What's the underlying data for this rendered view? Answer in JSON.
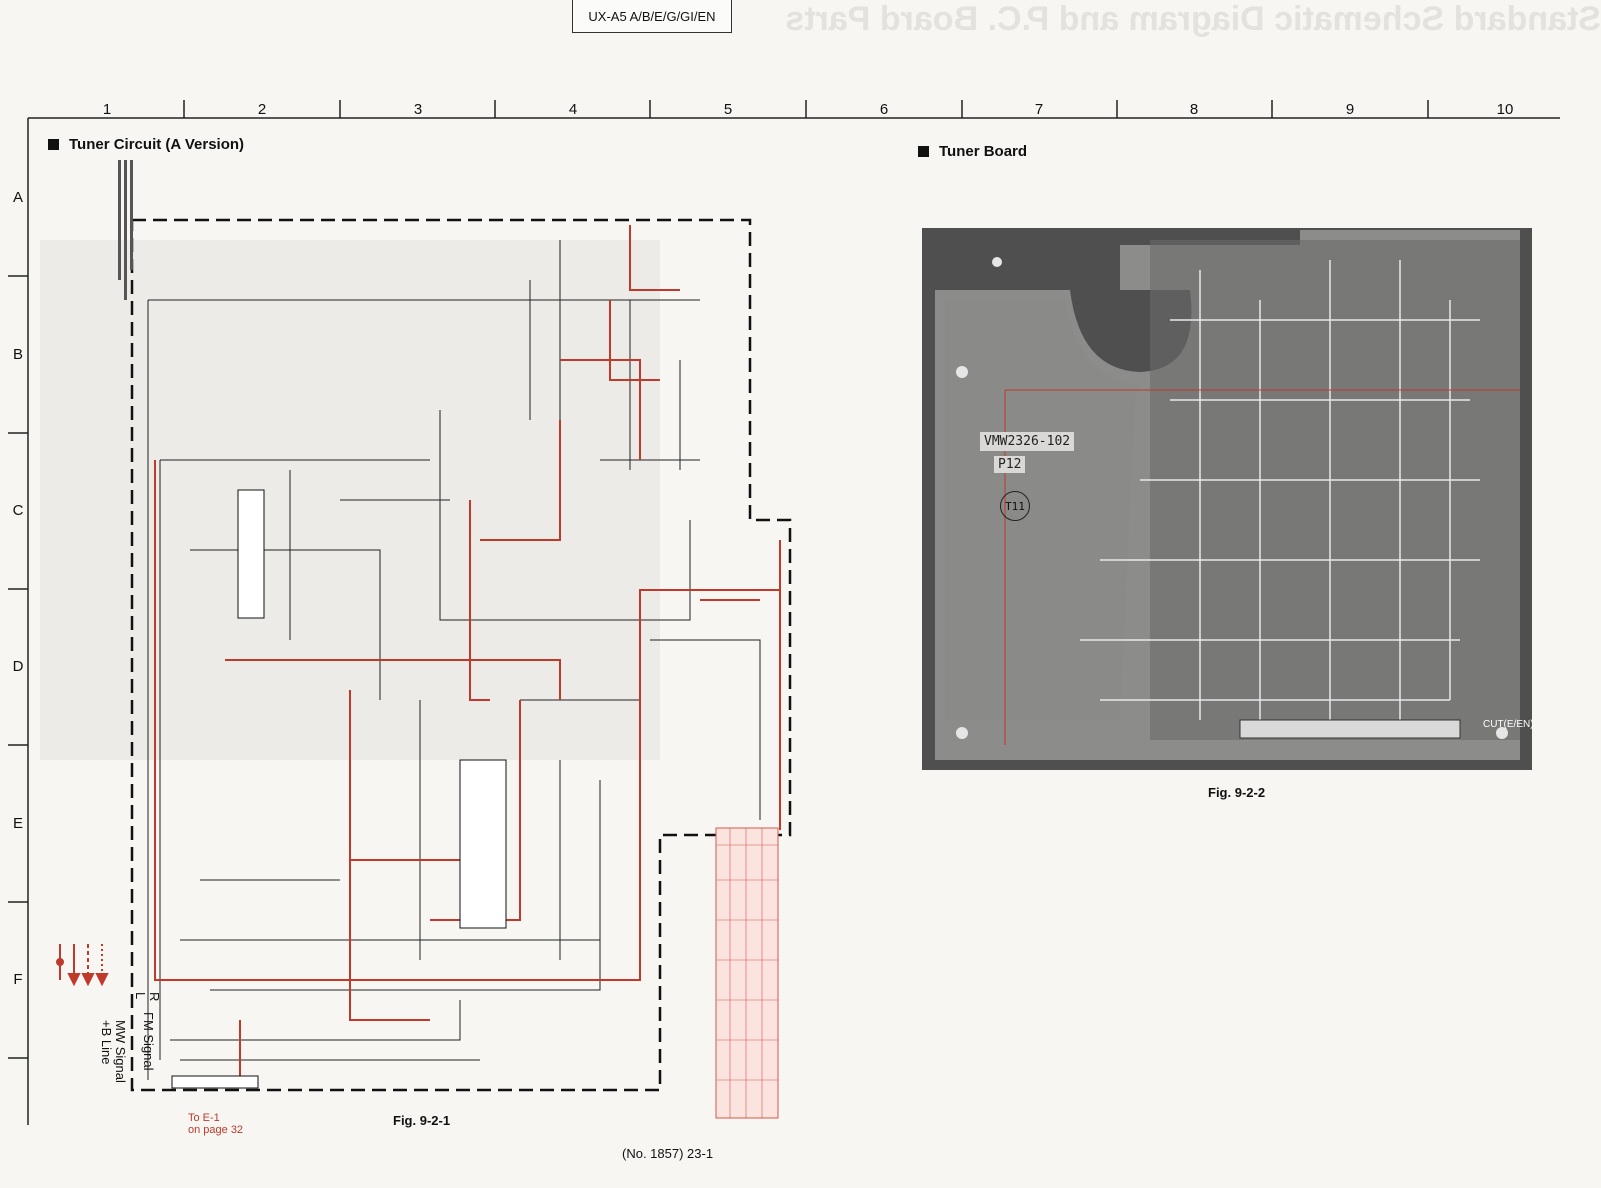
{
  "header": {
    "model": "UX-A5 A/B/E/G/GI/EN",
    "mirrored_heading": "Standard Schematic Diagram and P.C. Board Parts"
  },
  "grid": {
    "columns": [
      "1",
      "2",
      "3",
      "4",
      "5",
      "6",
      "7",
      "8",
      "9",
      "10"
    ],
    "rows": [
      "A",
      "B",
      "C",
      "D",
      "E",
      "F"
    ]
  },
  "schematic": {
    "title": "Tuner Circuit (A Version)",
    "figure": "Fig. 9-2-1",
    "connector_note_line1": "To E-1",
    "connector_note_line2": "on page 32"
  },
  "board": {
    "title": "Tuner Board",
    "figure": "Fig. 9-2-2",
    "board_id": "VMW2326-102",
    "ref_p12": "P12",
    "ref_t11": "T11",
    "cut_label": "CUT(E/EN)"
  },
  "legend": {
    "items": [
      "R",
      "L",
      "FM Signal",
      "MW Signal",
      "+B Line"
    ]
  },
  "footer": {
    "page_ref": "(No. 1857)  23-1"
  },
  "colors": {
    "signal": "#c0392b",
    "trace": "#222222",
    "pcb_base": "#5a5a5a",
    "pcb_fill": "#8a8a88",
    "paper": "#f7f6f3"
  }
}
